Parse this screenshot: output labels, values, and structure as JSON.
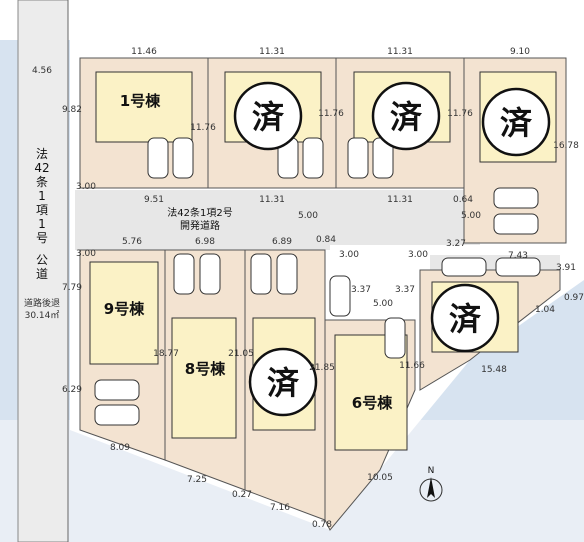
{
  "public_road": {
    "label_lines": [
      "法",
      "42",
      "条",
      "1",
      "項",
      "1",
      "号",
      "",
      "公",
      "道"
    ],
    "setback_label": "道路後退",
    "setback_area": "30.14㎡",
    "width": "4.56"
  },
  "dev_road": {
    "line1": "法42条1項2号",
    "line2": "開発道路"
  },
  "lots": [
    {
      "name": "1号棟",
      "sold": false
    },
    {
      "name": "",
      "sold": true
    },
    {
      "name": "",
      "sold": true
    },
    {
      "name": "",
      "sold": true
    },
    {
      "name": "",
      "sold": true
    },
    {
      "name": "6号棟",
      "sold": false
    },
    {
      "name": "",
      "sold": true
    },
    {
      "name": "8号棟",
      "sold": false
    },
    {
      "name": "9号棟",
      "sold": false
    }
  ],
  "sold_mark": "済",
  "north_label": "N",
  "dimensions": {
    "d1": "11.46",
    "d2": "11.31",
    "d3": "11.31",
    "d4": "9.10",
    "d5": "9.82",
    "d6": "11.76",
    "d7": "11.76",
    "d8": "11.76",
    "d9": "16.78",
    "d10": "3.00",
    "d11": "9.51",
    "d12": "11.31",
    "d13": "11.31",
    "d14": "0.64",
    "d15": "5.00",
    "d16": "5.00",
    "d17": "3.00",
    "d18": "5.76",
    "d19": "6.98",
    "d20": "6.89",
    "d21": "0.84",
    "d22": "3.00",
    "d23": "3.00",
    "d24": "3.27",
    "d25": "7.43",
    "d26": "3.91",
    "d27": "0.97",
    "d28": "1.04",
    "d29": "3.37",
    "d30": "5.00",
    "d31": "3.37",
    "d32": "7.79",
    "d33": "6.29",
    "d34": "18.77",
    "d35": "21.05",
    "d36": "21.85",
    "d37": "11.66",
    "d38": "15.48",
    "d39": "8.09",
    "d40": "7.25",
    "d41": "0.27",
    "d42": "7.16",
    "d43": "10.05",
    "d44": "0.78"
  }
}
